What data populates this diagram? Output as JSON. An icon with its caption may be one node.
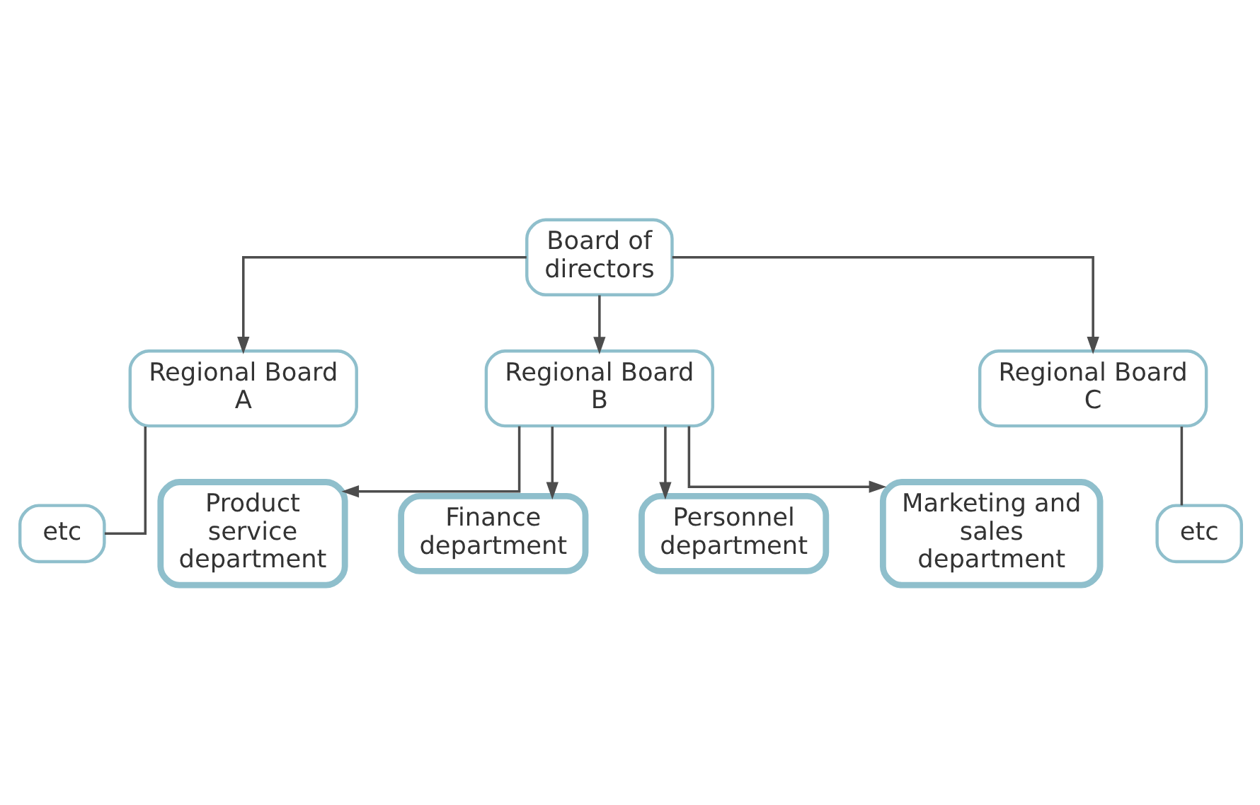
{
  "diagram": {
    "nodes": [
      {
        "text": [
          "Board of directors"
        ]
      },
      {
        "text": [
          "Regional Board A"
        ]
      },
      {
        "text": [
          "Regional Board B"
        ]
      },
      {
        "text": [
          "Regional Board C"
        ]
      },
      {
        "text": [
          "etc"
        ]
      },
      {
        "text": [
          "etc"
        ]
      },
      {
        "text": [
          "Product service department"
        ]
      },
      {
        "text": [
          "Finance department"
        ]
      },
      {
        "text": [
          "Personnel department"
        ]
      },
      {
        "text": [
          "Marketing and sales department"
        ]
      }
    ],
    "edges": [
      {
        "from": 0,
        "to": 1,
        "arrow": "to"
      },
      {
        "from": 0,
        "to": 2,
        "arrow": "to"
      },
      {
        "from": 0,
        "to": 3,
        "arrow": "to"
      },
      {
        "from": 1,
        "to": 4,
        "arrow": "none"
      },
      {
        "from": 3,
        "to": 5,
        "arrow": "none"
      },
      {
        "from": 2,
        "to": 6,
        "arrow": "to"
      },
      {
        "from": 2,
        "to": 7,
        "arrow": "to"
      },
      {
        "from": 2,
        "to": 8,
        "arrow": "to"
      },
      {
        "from": 2,
        "to": 9,
        "arrow": "to"
      }
    ]
  }
}
